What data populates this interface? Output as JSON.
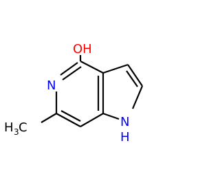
{
  "structure": {
    "atoms": {
      "oh": {
        "text": "OH",
        "color": "#ff0000"
      },
      "n_ring": {
        "text": "N",
        "color": "#0000ff"
      },
      "nh": {
        "text": "N",
        "h_text": "H",
        "color": "#0000ff"
      },
      "methyl": {
        "text": "H",
        "sub": "3",
        "c": "C",
        "color": "#000000"
      }
    },
    "bond_color": "#000000"
  }
}
